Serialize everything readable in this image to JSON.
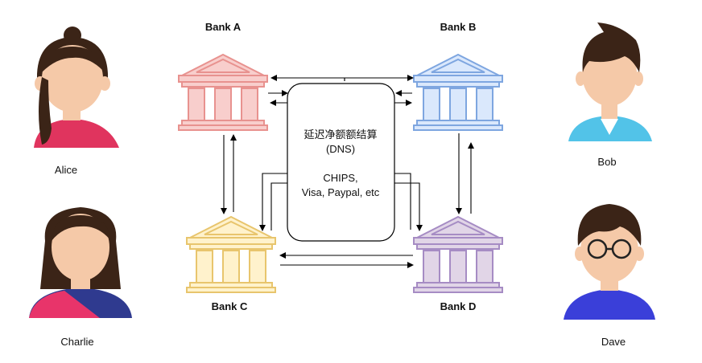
{
  "people": {
    "alice": "Alice",
    "bob": "Bob",
    "charlie": "Charlie",
    "dave": "Dave"
  },
  "banks": {
    "a": {
      "name": "Bank A",
      "stroke": "#e8928f",
      "fill": "#f8cecc"
    },
    "b": {
      "name": "Bank B",
      "stroke": "#7ea6e0",
      "fill": "#dae8fc"
    },
    "c": {
      "name": "Bank C",
      "stroke": "#e8c56d",
      "fill": "#fff2cc"
    },
    "d": {
      "name": "Bank D",
      "stroke": "#a68cc4",
      "fill": "#e1d5e7"
    }
  },
  "center": {
    "line1": "延迟净额额结算",
    "line2": "(DNS)",
    "line3": "CHIPS,",
    "line4": "Visa, Paypal, etc"
  },
  "colors": {
    "skin": "#f5c9a8",
    "hair": "#3b2417",
    "alice_shirt": "#e0345e",
    "bob_shirt": "#52c3e8",
    "charlie_shirt": "#2f3a8f",
    "charlie_sash": "#e8346a",
    "dave_shirt": "#3a3fd9",
    "line": "#000000"
  },
  "icons": {
    "person": "person-avatar-icon",
    "bank": "bank-building-icon"
  }
}
